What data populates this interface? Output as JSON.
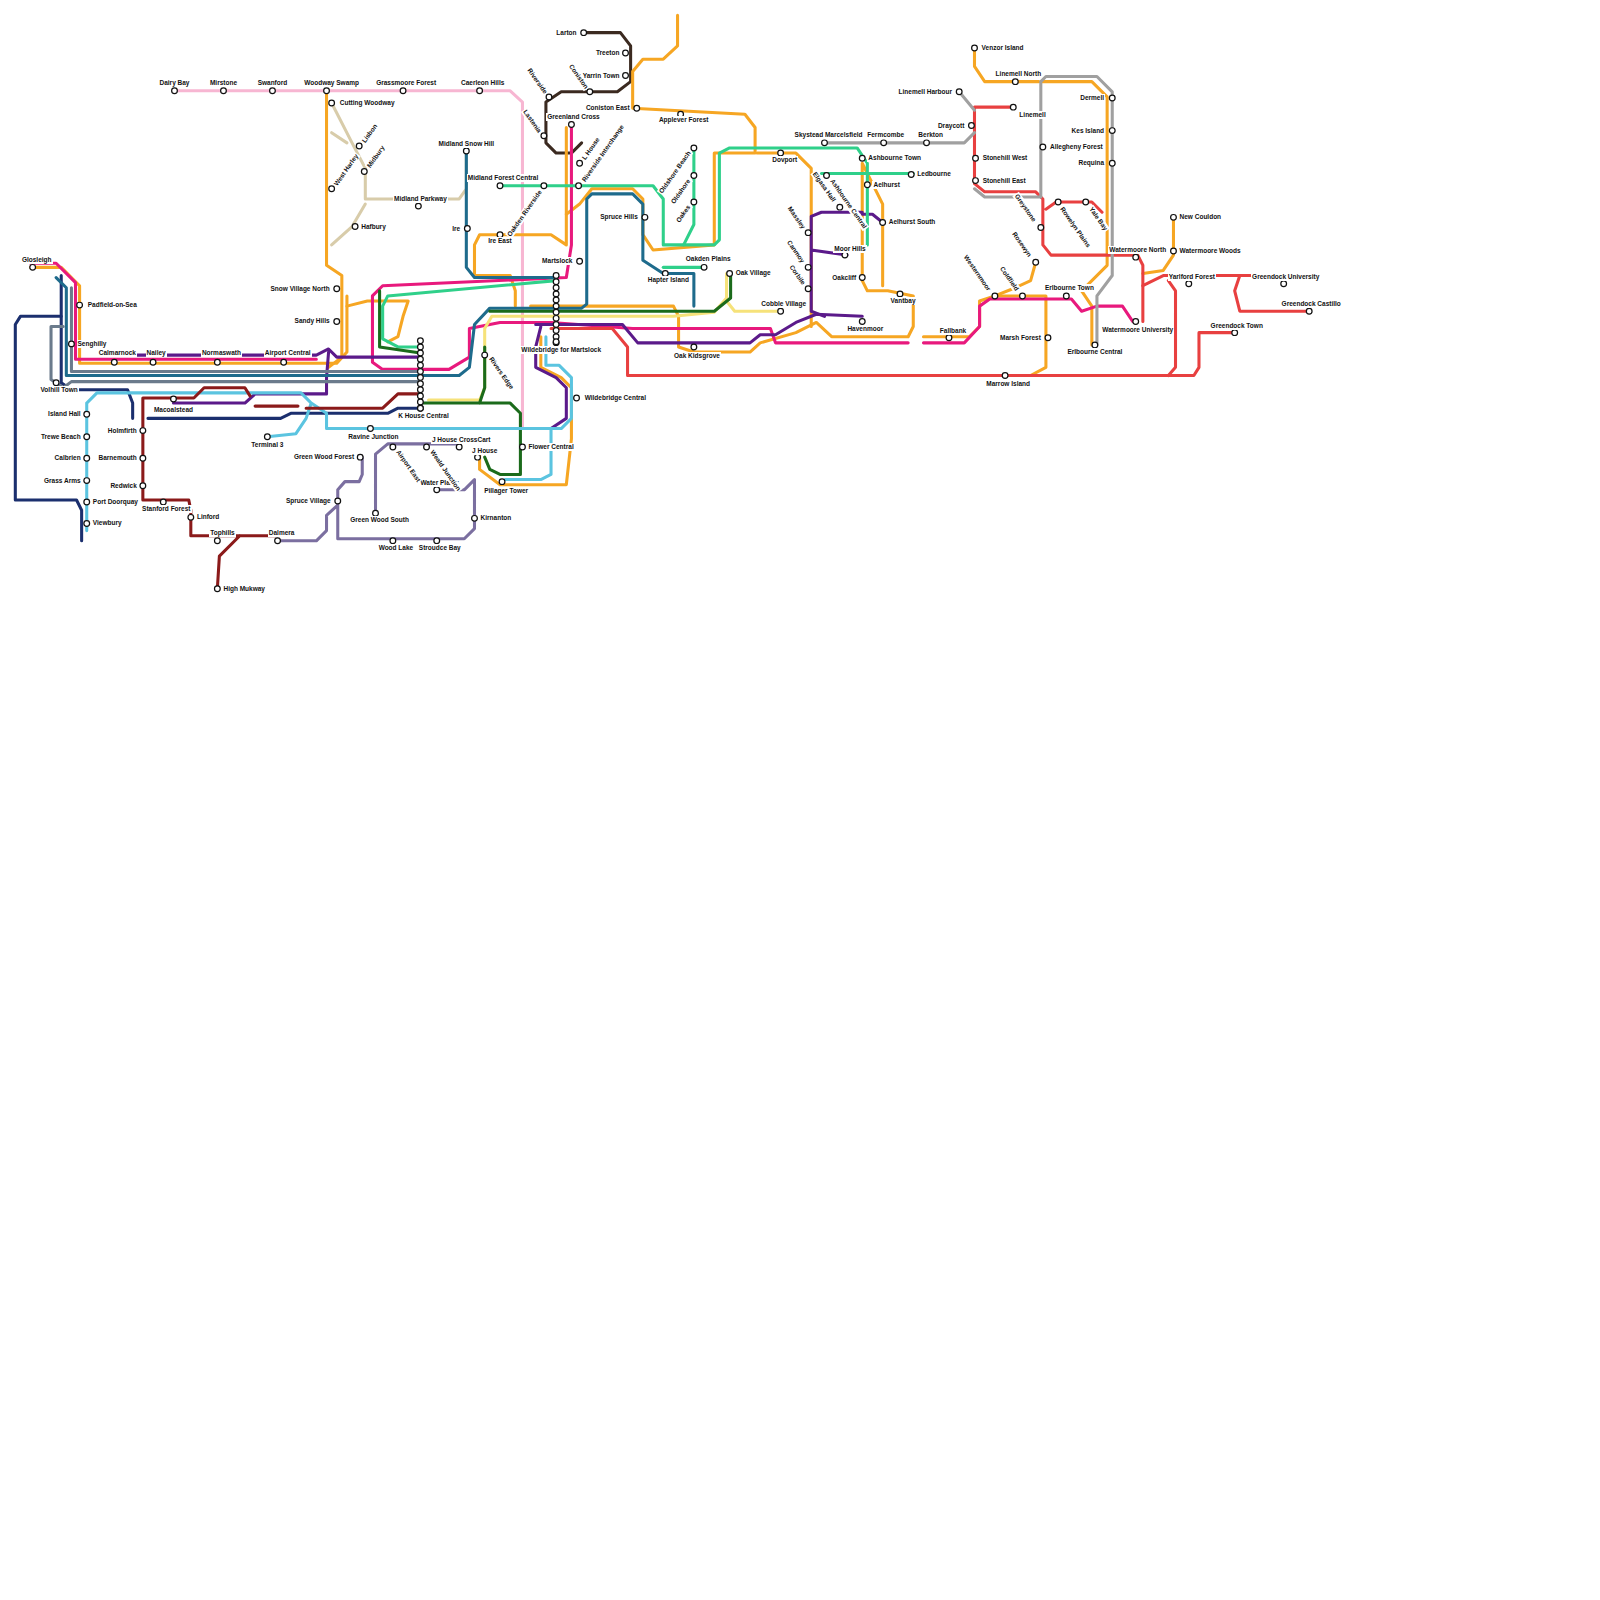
{
  "diagram": {
    "labels": [
      "Dairy Bay",
      "Mirstone",
      "Swanford",
      "Woodway Swamp",
      "Grassmoore Forest",
      "Caerleon Hills",
      "Cutting Woodway",
      "Lisbon",
      "West Harley",
      "Midbury",
      "Midland Parkway",
      "Hafbury",
      "Midland Snow Hill",
      "Ire",
      "Ire East",
      "Midland Forest Central",
      "Oakden Riverside",
      "Greenland Cross",
      "Larton",
      "Treeton",
      "Yarrin Town",
      "Coniston",
      "Riverside",
      "Lastenia",
      "Coniston East",
      "Applever Forest",
      "L House",
      "Riverside Interchange",
      "Spruce Hills",
      "Martslock",
      "Oakden Plains",
      "Hapter Island",
      "Oak Village",
      "Cobble Village",
      "Wildebridge for Martslock",
      "Wildebridge Central",
      "Oak Kidsgrove",
      "Oldshore Beach",
      "Oldshore",
      "Oakes",
      "Skystead Marcelsfield",
      "Dovport",
      "Ashbourne Town",
      "Fermcombe",
      "Berkton",
      "Linemell Harbour",
      "Ledbourne",
      "Aelhurst",
      "Ashbourne Central",
      "Elgasa Hall",
      "Aelhurst South",
      "Moor Hills",
      "Oakcliff",
      "Vantbay",
      "Havenmoor",
      "Massley",
      "Canmoy",
      "Corbile",
      "Venzor Island",
      "Linemell North",
      "Linemell",
      "Draycott",
      "Stonehill West",
      "Stonehill East",
      "Allegheny Forest",
      "Dermell",
      "Kes Island",
      "Requina",
      "Greystone",
      "Rowelyn Plains",
      "Yale Bay",
      "Rosewyn",
      "Westernmoor",
      "Coldfield",
      "Erlbourne Town",
      "Marsh Forest",
      "Fallbank",
      "Marrow Island",
      "Erlbourne Central",
      "Watermoore North",
      "Watermoore University",
      "Watermoore Woods",
      "New Couldon",
      "Yarlford Forest",
      "Greendock University",
      "Greendock Castillo",
      "Greendock Town",
      "Glosleigh",
      "Padfield-on-Sea",
      "Senghilly",
      "Volhill Town",
      "Calmarnock",
      "Nailey",
      "Normaswath",
      "Airport Central",
      "Snow Village North",
      "Sandy Hills",
      "Macoalstead",
      "Island Hall",
      "Trewe Beach",
      "Calbrien",
      "Grass Arms",
      "Port Doorquay",
      "Viewbury",
      "Holmfirth",
      "Barnemouth",
      "Redwick",
      "Stanford Forest",
      "Linford",
      "Tophills",
      "Dalmera",
      "High Mukway",
      "Terminal 3",
      "Ravine Junction",
      "K House Central",
      "Green Wood Forest",
      "Spruce Village",
      "Green Wood South",
      "Wood Lake",
      "Stroudce Bay",
      "Kirnanton",
      "Water Plains",
      "Airport East",
      "Weald Junction",
      "J House CrossCart",
      "J House",
      "Pillager Tower",
      "Flower Central",
      "Rivers Edge"
    ]
  }
}
